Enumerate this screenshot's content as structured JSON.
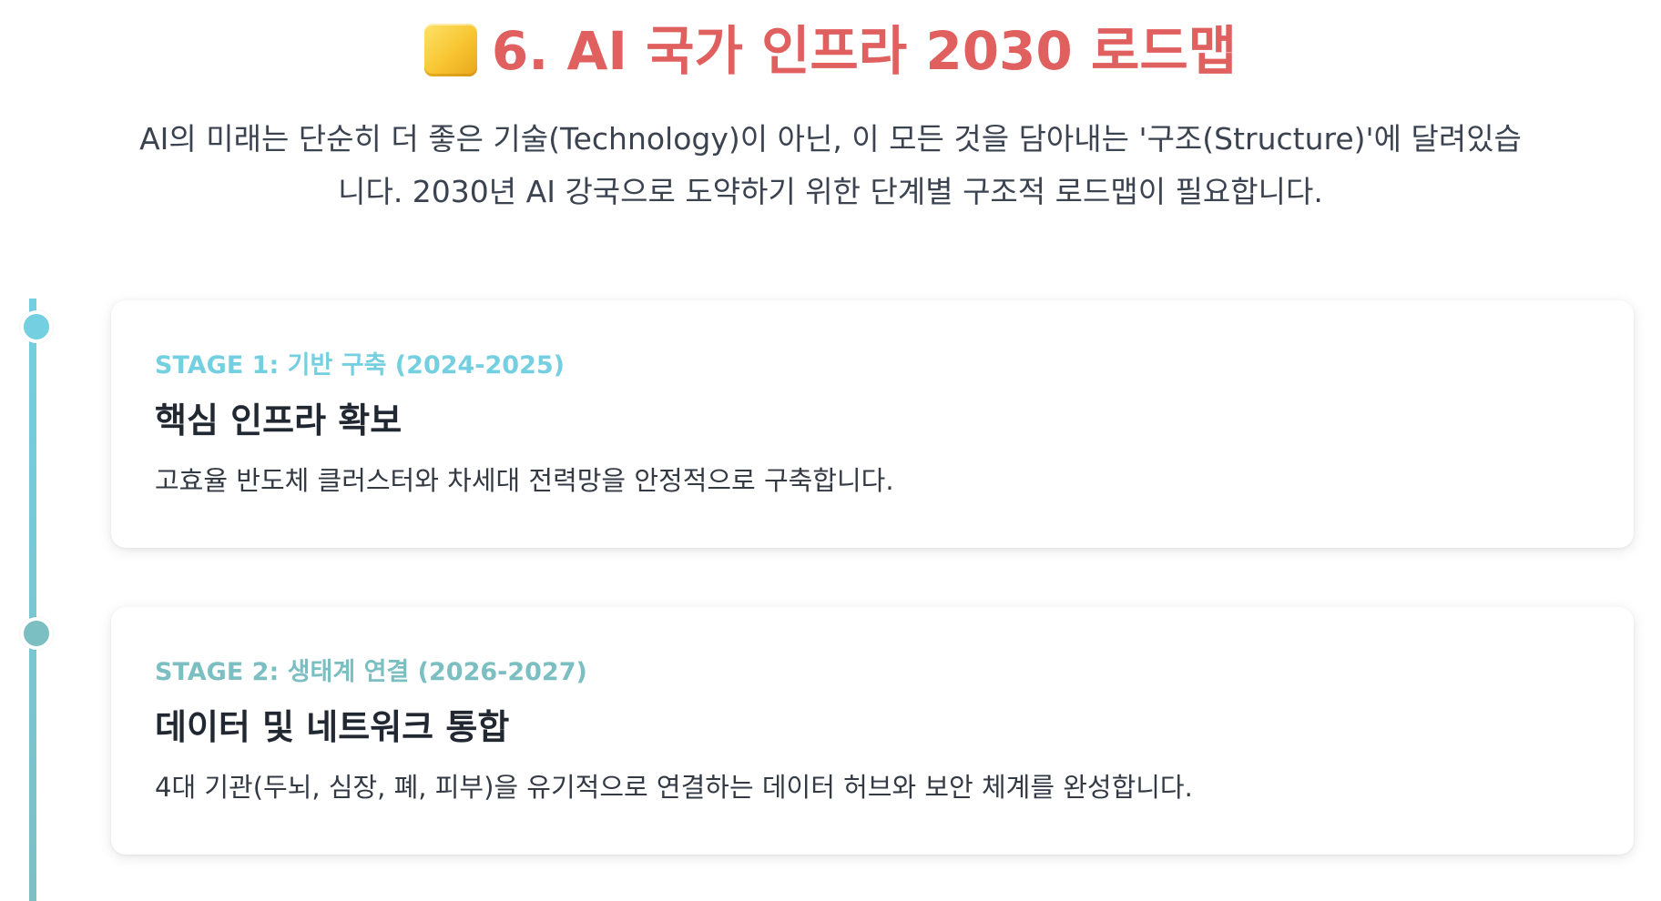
{
  "header": {
    "title": "6. AI 국가 인프라 2030 로드맵",
    "title_icon": "yellow-square-icon",
    "intro": "AI의 미래는 단순히 더 좋은 기술(Technology)이 아닌, 이 모든 것을 담아내는 '구조(Structure)'에 달려있습니다. 2030년 AI 강국으로 도약하기 위한 단계별 구조적 로드맵이 필요합니다."
  },
  "colors": {
    "title": "#e06060",
    "stage1_accent": "#74cfe0",
    "stage2_accent": "#7cbfc2"
  },
  "stages": [
    {
      "label": "STAGE 1: 기반 구축 (2024-2025)",
      "heading": "핵심 인프라 확보",
      "description": "고효율 반도체 클러스터와 차세대 전력망을 안정적으로 구축합니다."
    },
    {
      "label": "STAGE 2: 생태계 연결 (2026-2027)",
      "heading": "데이터 및 네트워크 통합",
      "description": "4대 기관(두뇌, 심장, 폐, 피부)을 유기적으로 연결하는 데이터 허브와 보안 체계를 완성합니다."
    }
  ]
}
